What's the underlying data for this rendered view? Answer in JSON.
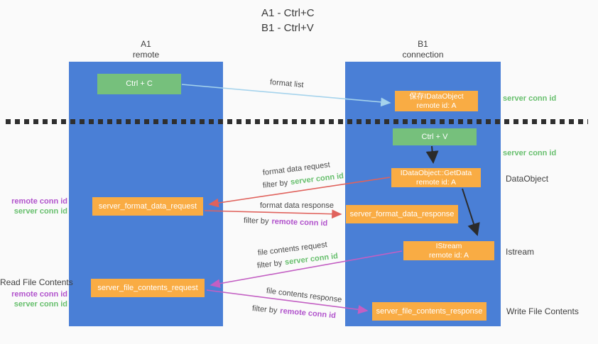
{
  "title": {
    "line1": "A1 - Ctrl+C",
    "line2": "B1 - Ctrl+V"
  },
  "lifelines": {
    "a1": {
      "name": "A1",
      "role": "remote"
    },
    "b1": {
      "name": "B1",
      "role": "connection"
    }
  },
  "nodes": {
    "ctrl_c": {
      "label": "Ctrl + C"
    },
    "ctrl_v": {
      "label": "Ctrl + V"
    },
    "save_idataobject": {
      "line1": "保存IDataObject",
      "line2": "remote id: A"
    },
    "idataobject_getdata": {
      "line1": "IDataObject::GetData",
      "line2": "remote id: A"
    },
    "istream": {
      "line1": "IStream",
      "line2": "remote id: A"
    },
    "server_format_data_request": {
      "label": "server_format_data_request"
    },
    "server_format_data_response": {
      "label": "server_format_data_response"
    },
    "server_file_contents_request": {
      "label": "server_file_contents_request"
    },
    "server_file_contents_response": {
      "label": "server_file_contents_response"
    }
  },
  "edges": {
    "format_list": {
      "label": "format list"
    },
    "format_data_request": {
      "label": "format data request",
      "filter_prefix": "filter by",
      "filter_key": "server conn id"
    },
    "format_data_response": {
      "label": "format data response",
      "filter_prefix": "filter by",
      "filter_key": "remote conn id"
    },
    "file_contents_request": {
      "label": "file contents request",
      "filter_prefix": "filter by",
      "filter_key": "server conn id"
    },
    "file_contents_response": {
      "label": "file contents response",
      "filter_prefix": "filter by",
      "filter_key": "remote conn id"
    }
  },
  "annotations": {
    "right_top_server_conn_id": "server conn id",
    "right_mid_server_conn_id": "server conn id",
    "dataobject": "DataObject",
    "istream": "Istream",
    "write_file_contents": "Write File Contents",
    "mid_left_remote_conn_id": "remote conn id",
    "mid_left_server_conn_id": "server conn id",
    "read_file_contents": "Read File Contents",
    "bottom_left_remote_conn_id": "remote conn id",
    "bottom_left_server_conn_id": "server conn id"
  },
  "colors": {
    "lifeline_blue": "#4a7fd6",
    "node_green": "#76c07c",
    "node_orange": "#f9ac44",
    "arrow_lightblue": "#a5d3ec",
    "arrow_red": "#e0625c",
    "arrow_magenta": "#c35fc3",
    "arrow_black": "#2b2b2b",
    "text_green": "#67bf6d",
    "text_purple": "#b153cc",
    "dotted_line": "#2f2f2f"
  }
}
